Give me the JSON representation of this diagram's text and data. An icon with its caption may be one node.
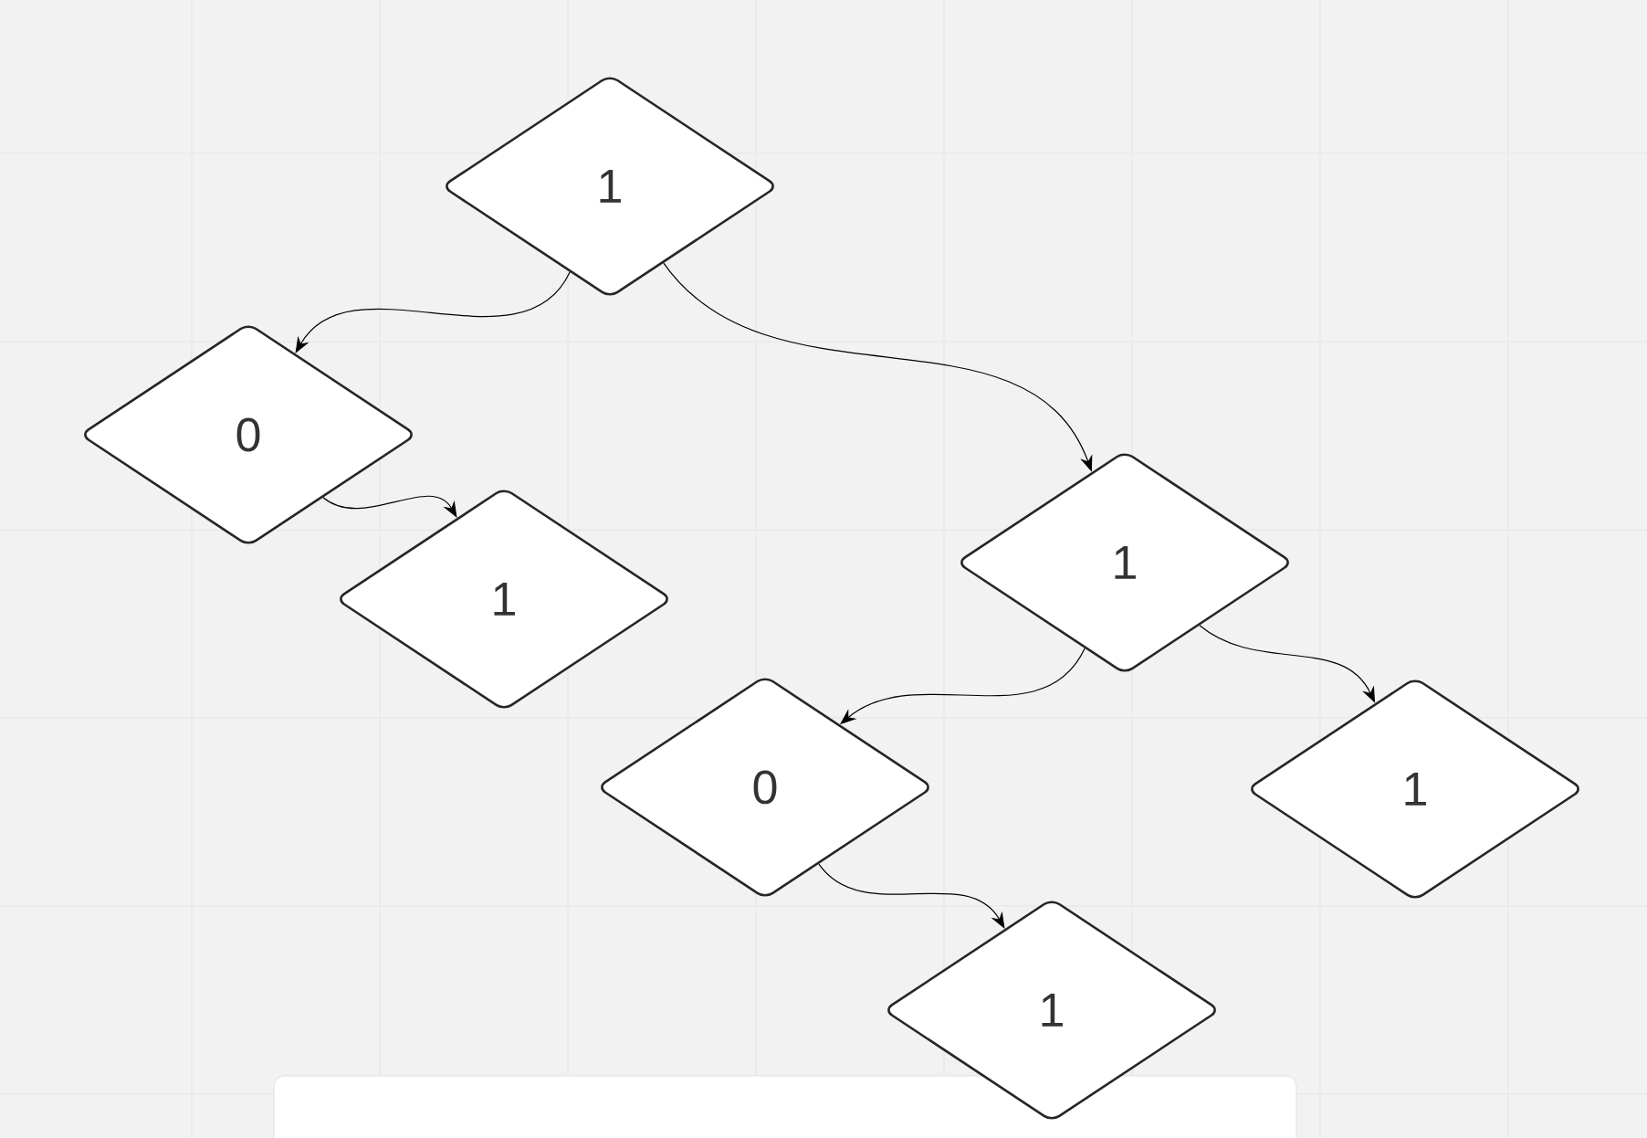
{
  "diagram": {
    "nodes": [
      {
        "text": [
          "1"
        ]
      },
      {
        "text": [
          "0"
        ]
      },
      {
        "text": [
          "1"
        ]
      },
      {
        "text": [
          "1"
        ]
      },
      {
        "text": [
          "0"
        ]
      },
      {
        "text": [
          "1"
        ]
      },
      {
        "text": [
          "1"
        ]
      }
    ],
    "edges": [
      {
        "from": 0,
        "to": 1,
        "arrow": "to"
      },
      {
        "from": 1,
        "to": 2,
        "arrow": "to"
      },
      {
        "from": 0,
        "to": 3,
        "arrow": "to"
      },
      {
        "from": 3,
        "to": 4,
        "arrow": "to"
      },
      {
        "from": 3,
        "to": 5,
        "arrow": "to"
      },
      {
        "from": 4,
        "to": 6,
        "arrow": "to"
      }
    ]
  }
}
